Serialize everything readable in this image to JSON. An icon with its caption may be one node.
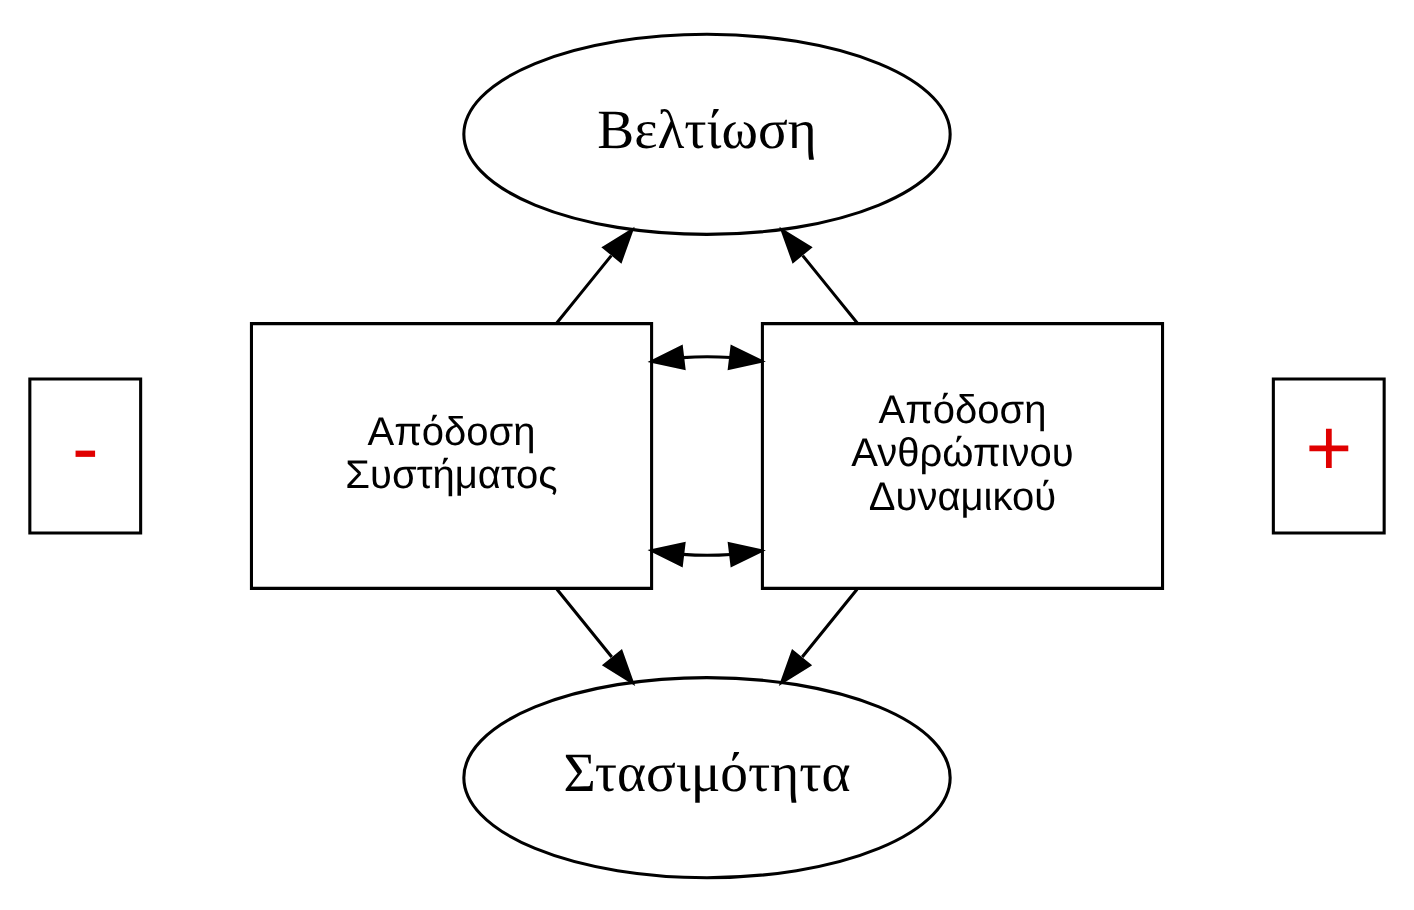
{
  "diagram": {
    "nodes": [
      {
        "text": [
          "Βελτίωση"
        ]
      },
      {
        "text": [
          "Απόδοση Ανθρώπινου Δυναμικού"
        ]
      },
      {
        "text": [
          "Απόδοση Συστήματος"
        ]
      },
      {
        "text": [
          "+"
        ]
      },
      {
        "text": [
          "-"
        ]
      },
      {
        "text": [
          "Στασιμότητα"
        ]
      }
    ],
    "edges": [
      {
        "from": 1,
        "to": 0,
        "arrow": "to"
      },
      {
        "from": 2,
        "to": 0,
        "arrow": "to"
      },
      {
        "from": 1,
        "to": 2,
        "arrow": "both"
      },
      {
        "from": 1,
        "to": 2,
        "arrow": "both"
      },
      {
        "from": 1,
        "to": 5,
        "arrow": "to"
      },
      {
        "from": 2,
        "to": 5,
        "arrow": "to"
      }
    ]
  }
}
